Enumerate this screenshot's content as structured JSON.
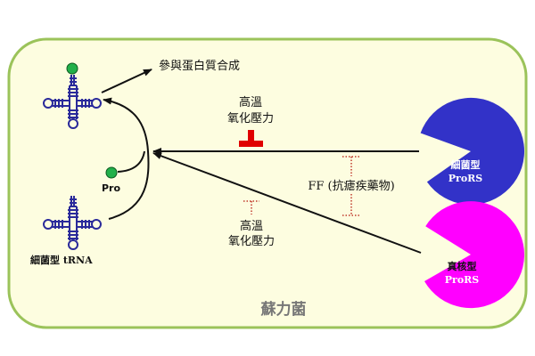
{
  "labels": {
    "protein_synthesis": "參與蛋白質合成",
    "stress_top_line1": "高溫",
    "stress_top_line2": "氧化壓力",
    "stress_bottom_line1": "高溫",
    "stress_bottom_line2": "氧化壓力",
    "pro": "Pro",
    "bacterial_trna": "細菌型 tRNA",
    "ff_drug": "FF (抗瘧疾藥物)",
    "bacterial_prors_line1": "細菌型",
    "bacterial_prors_line2": "ProRS",
    "eukaryotic_prors_line1": "真核型",
    "eukaryotic_prors_line2": "ProRS",
    "organism": "蘇力菌"
  },
  "colors": {
    "background_fill": "#fdfde0",
    "border": "#9bc35a",
    "trna": "#2a2a9a",
    "amino_acid": "#22b04a",
    "inhibit_bar": "#e00000",
    "dotted_bracket": "#c0392b",
    "bacterial_prors": "#3232c8",
    "eukaryotic_prors": "#ff00ff",
    "arrow": "#111111",
    "organism_label": "#777777"
  }
}
